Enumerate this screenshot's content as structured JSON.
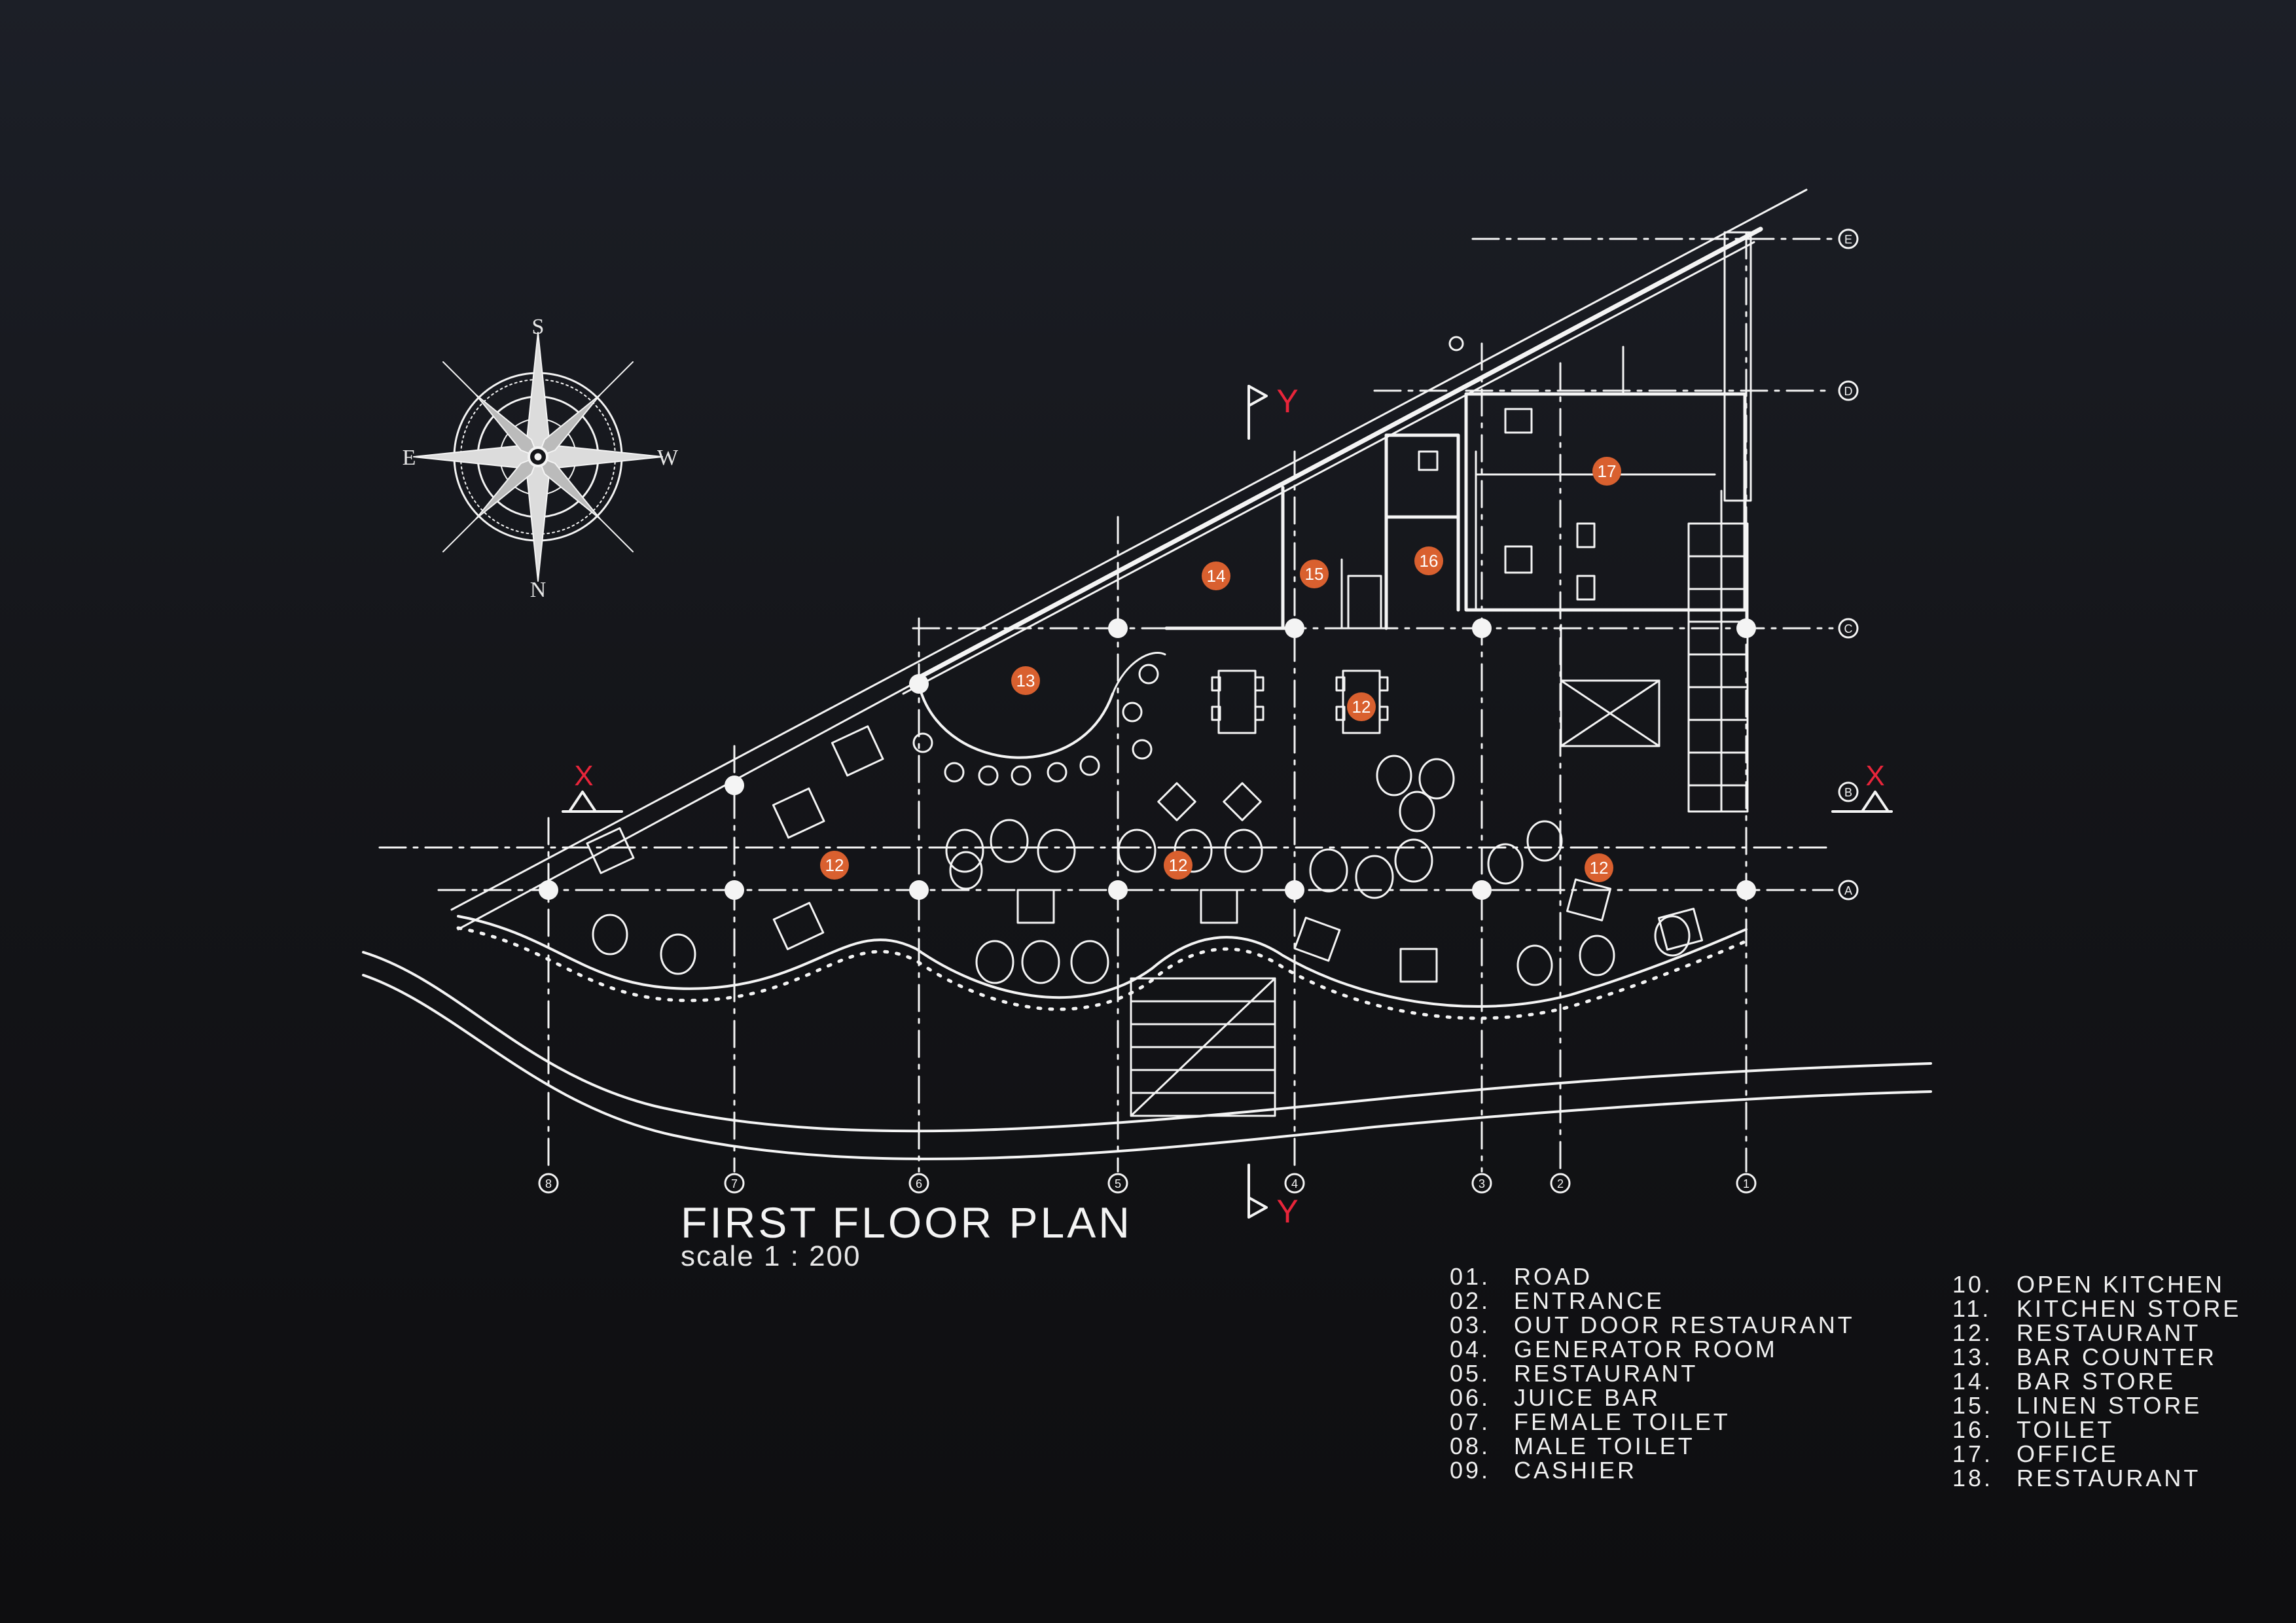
{
  "title": "FIRST FLOOR PLAN",
  "scale": "scale  1 : 200",
  "compass": {
    "top": "S",
    "bottom": "N",
    "left": "E",
    "right": "W"
  },
  "section_marks": {
    "horizontal": "X",
    "vertical": "Y"
  },
  "grid_axes": {
    "columns": [
      "8",
      "7",
      "6",
      "5",
      "4",
      "3",
      "2",
      "1"
    ],
    "rows": [
      "E",
      "D",
      "C",
      "B",
      "A"
    ]
  },
  "room_tags": [
    "12",
    "12",
    "12",
    "12",
    "13",
    "14",
    "15",
    "16",
    "17"
  ],
  "legend_left": [
    {
      "num": "01.",
      "label": "ROAD"
    },
    {
      "num": "02.",
      "label": "ENTRANCE"
    },
    {
      "num": "03.",
      "label": "OUT DOOR RESTAURANT"
    },
    {
      "num": "04.",
      "label": "GENERATOR ROOM"
    },
    {
      "num": "05.",
      "label": "RESTAURANT"
    },
    {
      "num": "06.",
      "label": "JUICE BAR"
    },
    {
      "num": "07.",
      "label": "FEMALE TOILET"
    },
    {
      "num": "08.",
      "label": "MALE TOILET"
    },
    {
      "num": "09.",
      "label": "CASHIER"
    }
  ],
  "legend_right": [
    {
      "num": "10.",
      "label": "OPEN KITCHEN"
    },
    {
      "num": "11.",
      "label": "KITCHEN STORE"
    },
    {
      "num": "12.",
      "label": "RESTAURANT"
    },
    {
      "num": "13.",
      "label": "BAR COUNTER"
    },
    {
      "num": "14.",
      "label": "BAR STORE"
    },
    {
      "num": "15.",
      "label": "LINEN STORE"
    },
    {
      "num": "16.",
      "label": "TOILET"
    },
    {
      "num": "17.",
      "label": "OFFICE"
    },
    {
      "num": "18.",
      "label": "RESTAURANT"
    }
  ],
  "colors": {
    "line": "#f4f4f4",
    "tag": "#d9602f",
    "section_red": "#e8253a"
  }
}
